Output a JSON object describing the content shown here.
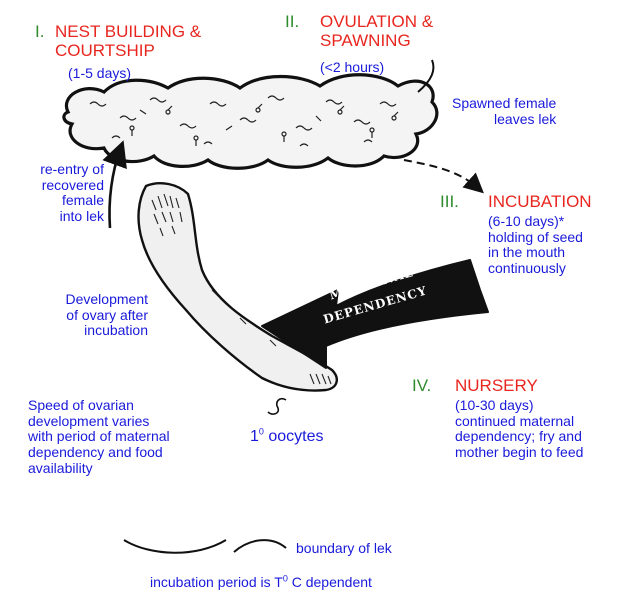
{
  "stages": {
    "one": {
      "numeral": "I.",
      "title_line1": "NEST BUILDING &",
      "title_line2": "COURTSHIP",
      "duration": "(1-5 days)"
    },
    "two": {
      "numeral": "II.",
      "title_line1": "OVULATION &",
      "title_line2": "SPAWNING",
      "duration": "(<2 hours)"
    },
    "three": {
      "numeral": "III.",
      "title": "INCUBATION",
      "duration": "(6-10 days)*",
      "desc_line1": "holding of seed",
      "desc_line2": "in the mouth",
      "desc_line3": "continuously"
    },
    "four": {
      "numeral": "IV.",
      "title": "NURSERY",
      "duration": "(10-30 days)",
      "desc_line1": "continued maternal",
      "desc_line2": "dependency; fry and",
      "desc_line3": "mother begin to feed"
    }
  },
  "notes": {
    "spawned_line1": "Spawned female",
    "spawned_line2": "leaves lek",
    "reentry_line1": "re-entry of",
    "reentry_line2": "recovered",
    "reentry_line3": "female",
    "reentry_line4": "into lek",
    "development_line1": "Development",
    "development_line2": "of ovary after",
    "development_line3": "incubation",
    "speed_line1": "Speed of ovarian",
    "speed_line2": "development varies",
    "speed_line3": "with period of maternal",
    "speed_line4": "dependency and food",
    "speed_line5": "availability"
  },
  "oocytes": {
    "base": "1",
    "sup": "0",
    "text": " oocytes"
  },
  "arrow_label_line1": "MATERNAL",
  "arrow_label_line2": "DEPENDENCY",
  "legend": {
    "boundary": "boundary of lek"
  },
  "footnote": {
    "before": "incubation period is T",
    "sup": "0",
    "after": " C dependent"
  },
  "colors": {
    "label_blue": "#1a1adb",
    "stage_red": "#e8261f",
    "numeral_green": "#2e8b2e",
    "ink": "#111111"
  }
}
